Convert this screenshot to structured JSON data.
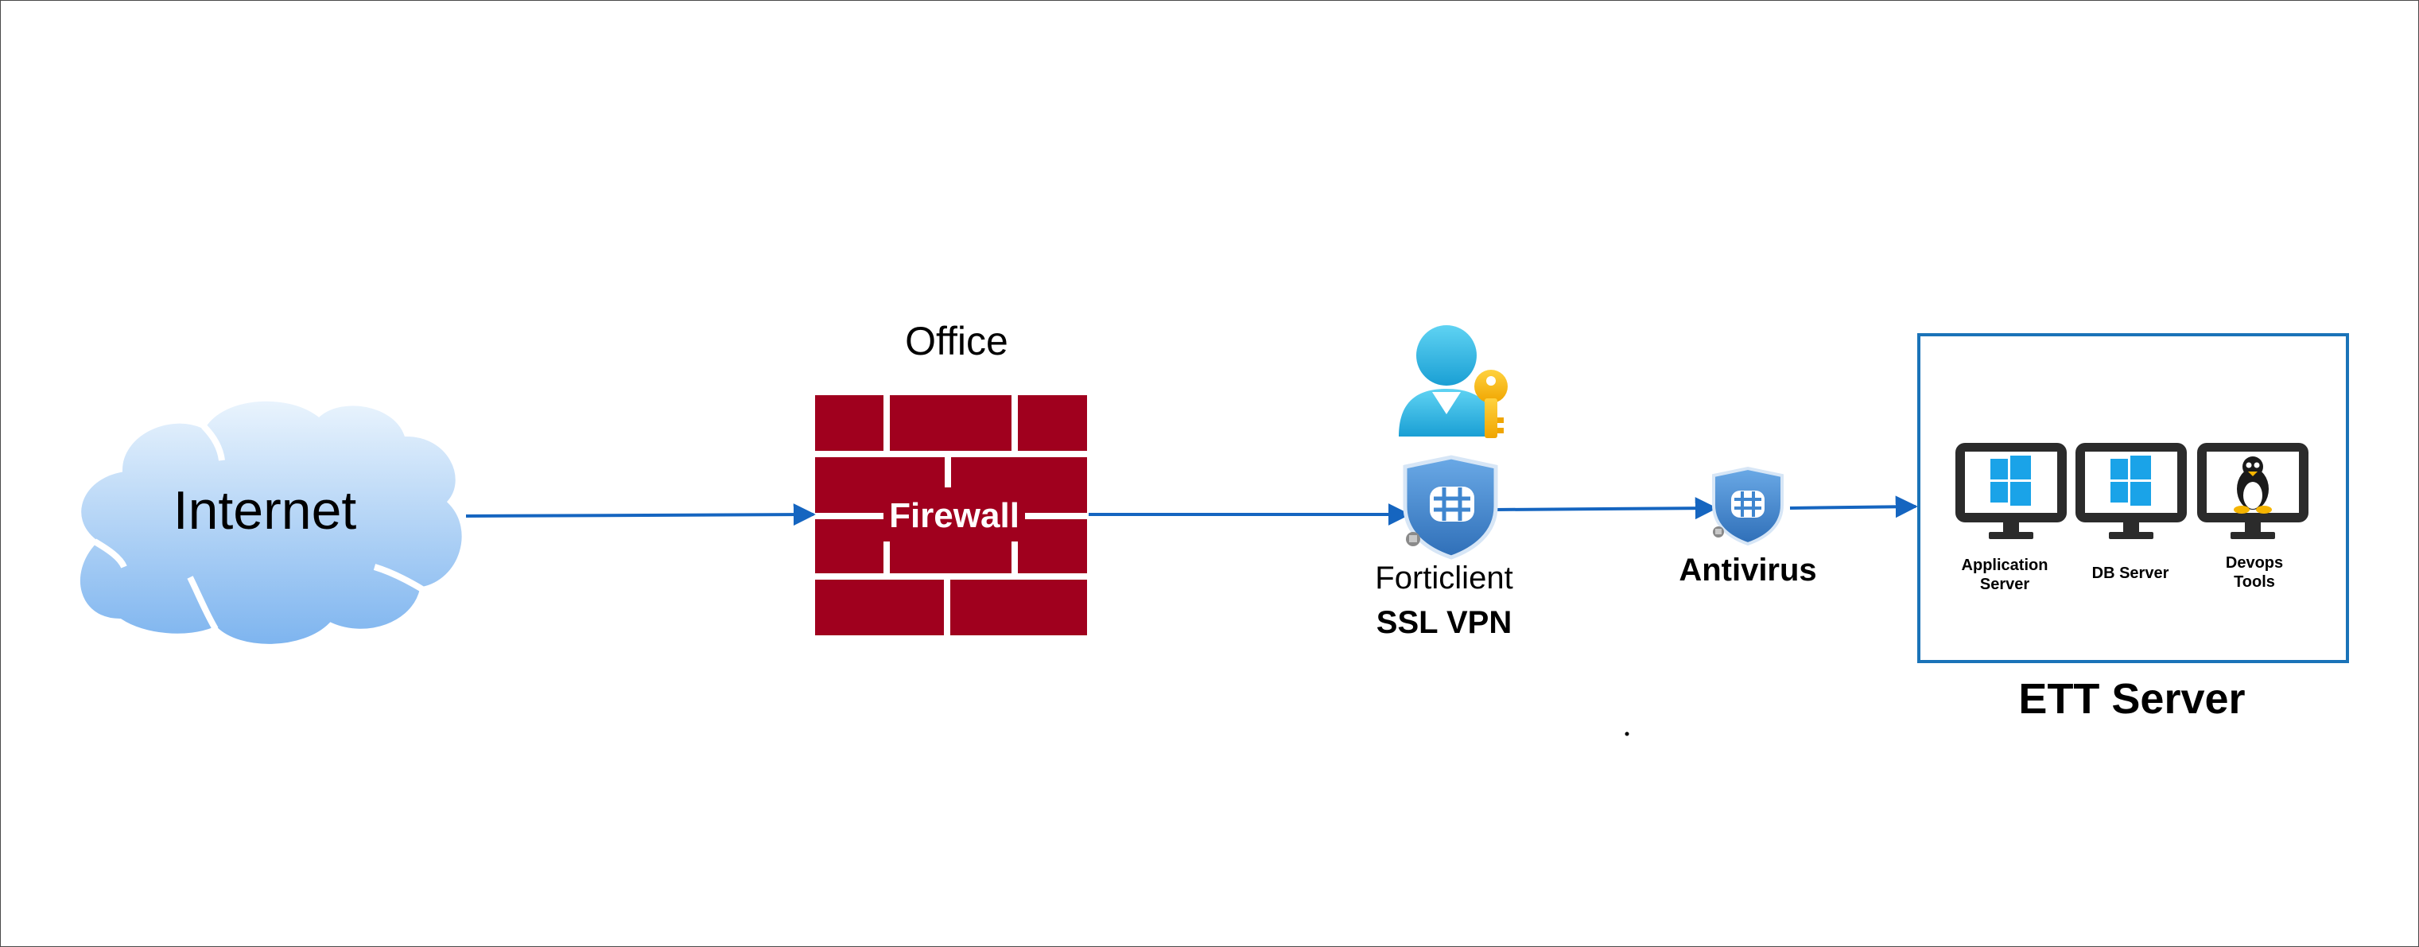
{
  "nodes": {
    "internet": {
      "label": "Internet"
    },
    "office": {
      "label": "Office"
    },
    "firewall": {
      "label": "Firewall"
    },
    "vpn": {
      "label_line1": "Forticlient",
      "label_line2": "SSL VPN"
    },
    "antivirus": {
      "label": "Antivirus"
    },
    "ett_server": {
      "label": "ETT Server",
      "machines": [
        {
          "label_line1": "Application",
          "label_line2": "Server",
          "icon": "windows-logo-icon"
        },
        {
          "label_line1": "DB Server",
          "label_line2": "",
          "icon": "windows-logo-icon"
        },
        {
          "label_line1": "Devops",
          "label_line2": "Tools",
          "icon": "linux-tux-icon"
        }
      ]
    }
  },
  "colors": {
    "connector": "#1565c0",
    "firewall_brick": "#a0001e",
    "server_box_border": "#1a73b8",
    "cloud_top": "#e3f0fc",
    "cloud_bottom": "#7fb6f0",
    "shield": "#3f86cf",
    "monitor": "#2b2b2b",
    "windows_tile": "#1aa3e8"
  }
}
